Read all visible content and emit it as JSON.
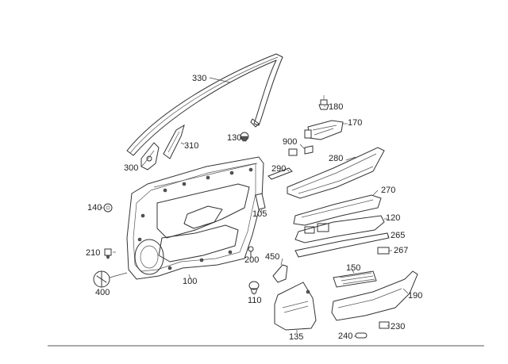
{
  "parts": [
    {
      "id": "part-330",
      "label": "330"
    },
    {
      "id": "part-180",
      "label": "180"
    },
    {
      "id": "part-170",
      "label": "170"
    },
    {
      "id": "part-130",
      "label": "130"
    },
    {
      "id": "part-310",
      "label": "310"
    },
    {
      "id": "part-900",
      "label": "900"
    },
    {
      "id": "part-300",
      "label": "300"
    },
    {
      "id": "part-280",
      "label": "280"
    },
    {
      "id": "part-290",
      "label": "290"
    },
    {
      "id": "part-270",
      "label": "270"
    },
    {
      "id": "part-140",
      "label": "140"
    },
    {
      "id": "part-105",
      "label": "105"
    },
    {
      "id": "part-120",
      "label": "120"
    },
    {
      "id": "part-265",
      "label": "265"
    },
    {
      "id": "part-210",
      "label": "210"
    },
    {
      "id": "part-267",
      "label": "267"
    },
    {
      "id": "part-200",
      "label": "200"
    },
    {
      "id": "part-450",
      "label": "450"
    },
    {
      "id": "part-150",
      "label": "150"
    },
    {
      "id": "part-100",
      "label": "100"
    },
    {
      "id": "part-400",
      "label": "400"
    },
    {
      "id": "part-190",
      "label": "190"
    },
    {
      "id": "part-110",
      "label": "110"
    },
    {
      "id": "part-230",
      "label": "230"
    },
    {
      "id": "part-135",
      "label": "135"
    },
    {
      "id": "part-240",
      "label": "240"
    }
  ]
}
